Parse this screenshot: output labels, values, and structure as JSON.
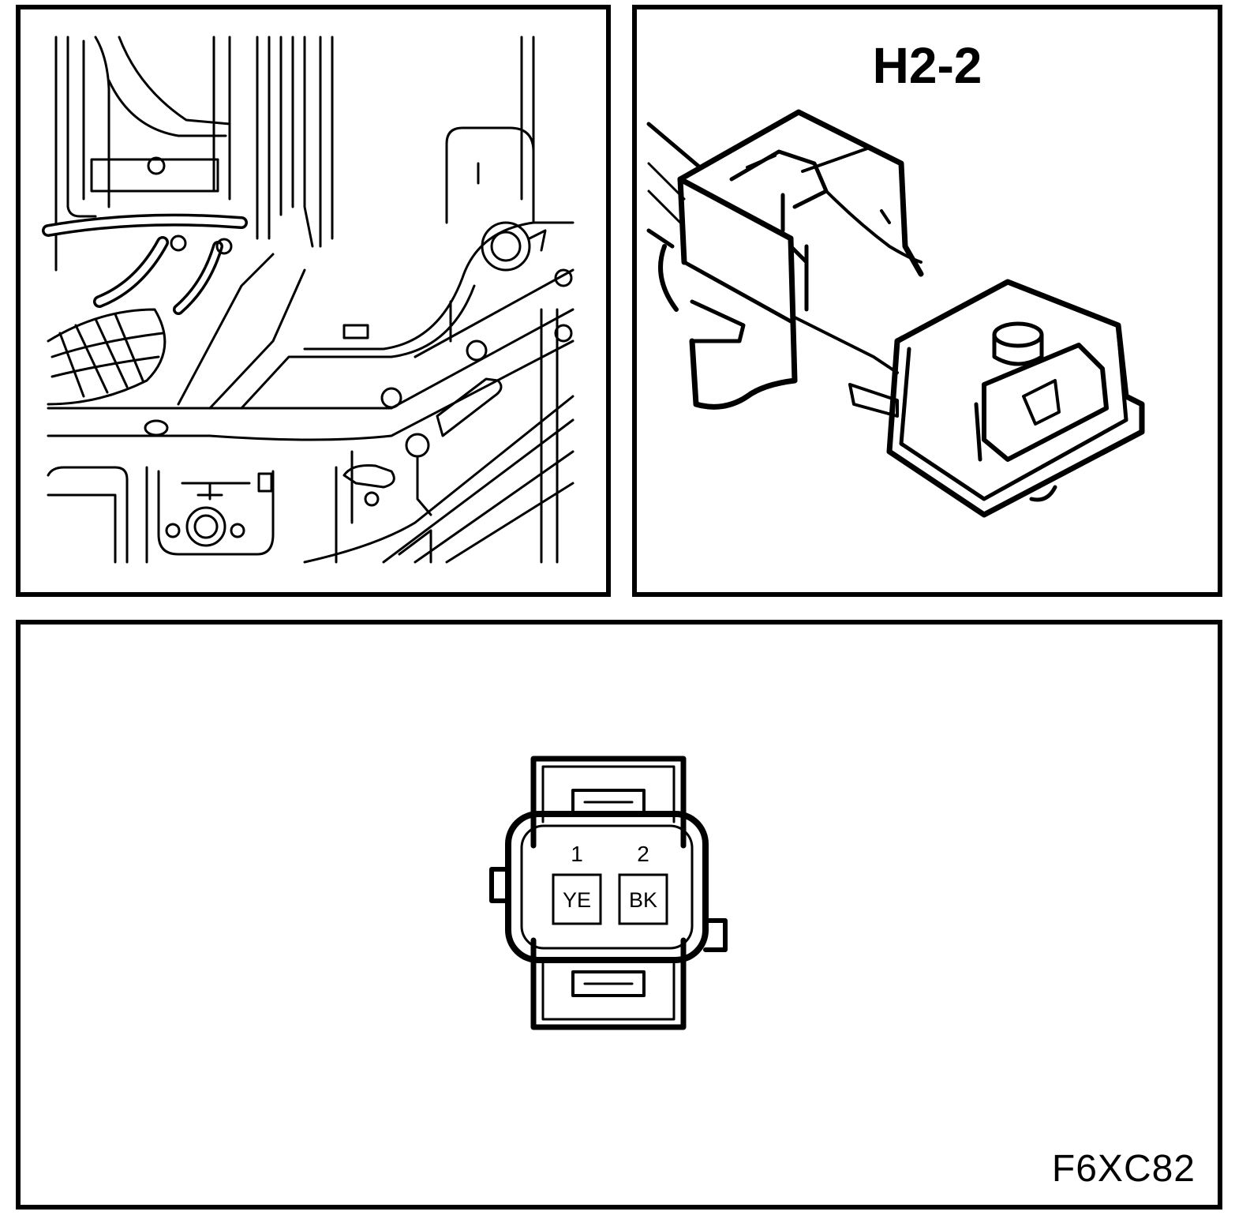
{
  "connector": {
    "id": "H2-2",
    "pins": [
      {
        "number": "1",
        "color": "YE"
      },
      {
        "number": "2",
        "color": "BK"
      }
    ]
  },
  "figure_code": "F6XC82",
  "colors": {
    "ink": "#000000",
    "background": "#ffffff"
  }
}
